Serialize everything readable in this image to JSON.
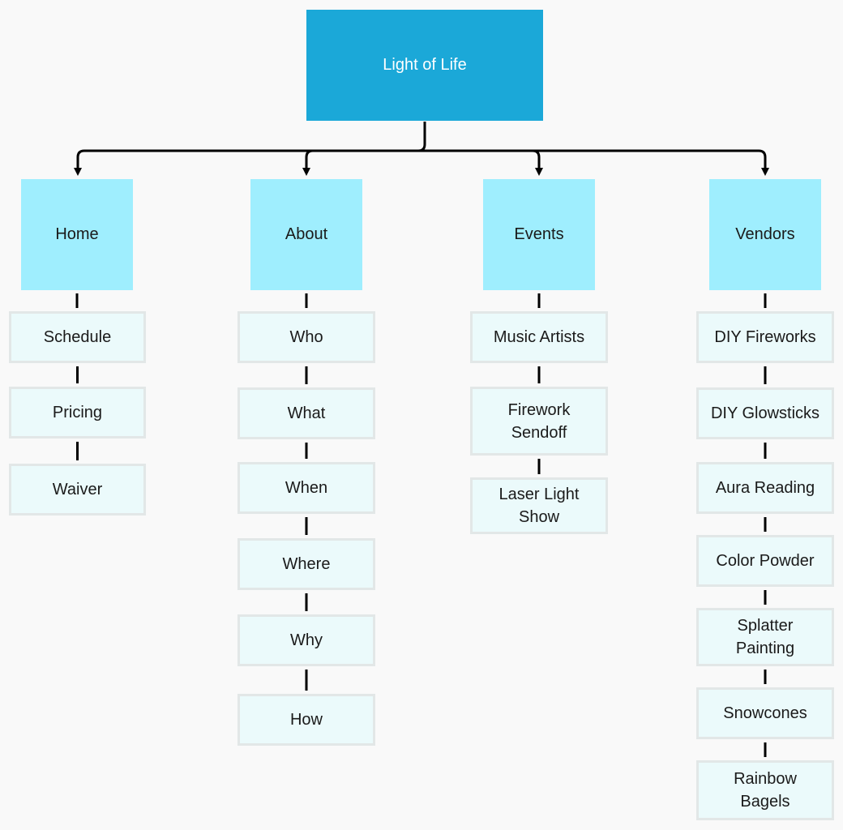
{
  "diagram": {
    "root": {
      "label": "Light of Life"
    },
    "categories": [
      {
        "id": "home",
        "label": "Home",
        "items": [
          "Schedule",
          "Pricing",
          "Waiver"
        ]
      },
      {
        "id": "about",
        "label": "About",
        "items": [
          "Who",
          "What",
          "When",
          "Where",
          "Why",
          "How"
        ]
      },
      {
        "id": "events",
        "label": "Events",
        "items": [
          "Music Artists",
          "Firework\nSendoff",
          "Laser Light\nShow"
        ]
      },
      {
        "id": "vendors",
        "label": "Vendors",
        "items": [
          "DIY Fireworks",
          "DIY Glowsticks",
          "Aura Reading",
          "Color Powder",
          "Splatter\nPainting",
          "Snowcones",
          "Rainbow\nBagels"
        ]
      }
    ]
  },
  "colors": {
    "background": "#f9f9f9",
    "root_fill": "#1ba8d8",
    "category_fill": "#9feefe",
    "item_fill": "#ebfafb",
    "item_border": "#e2e7e7",
    "connector": "#000000"
  }
}
